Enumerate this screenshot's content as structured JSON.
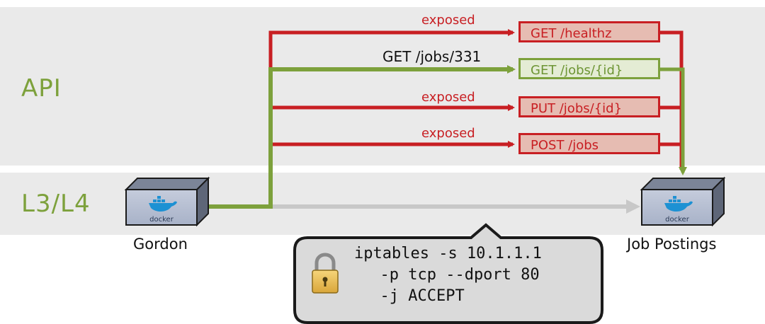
{
  "layers": {
    "api_label": "API",
    "l3l4_label": "L3/L4"
  },
  "nodes": {
    "client": {
      "label": "Gordon",
      "badge": "docker"
    },
    "service": {
      "label": "Job Postings",
      "badge": "docker"
    }
  },
  "endpoints": [
    {
      "label": "GET /healthz",
      "status": "exposed"
    },
    {
      "label": "GET /jobs/{id}",
      "status": "allowed"
    },
    {
      "label": "PUT /jobs/{id}",
      "status": "exposed"
    },
    {
      "label": "POST /jobs",
      "status": "exposed"
    }
  ],
  "edge_labels": {
    "healthz": "exposed",
    "request": "GET /jobs/331",
    "put": "exposed",
    "post": "exposed"
  },
  "callout": {
    "lines": [
      "iptables -s 10.1.1.1",
      "  -p tcp --dport 80",
      "  -j ACCEPT"
    ],
    "icon": "padlock-icon"
  },
  "colors": {
    "exposed": "#c81f23",
    "allowed": "#7da13c",
    "l3l4_path": "#c8c8c8",
    "band": "#eaeaea"
  }
}
